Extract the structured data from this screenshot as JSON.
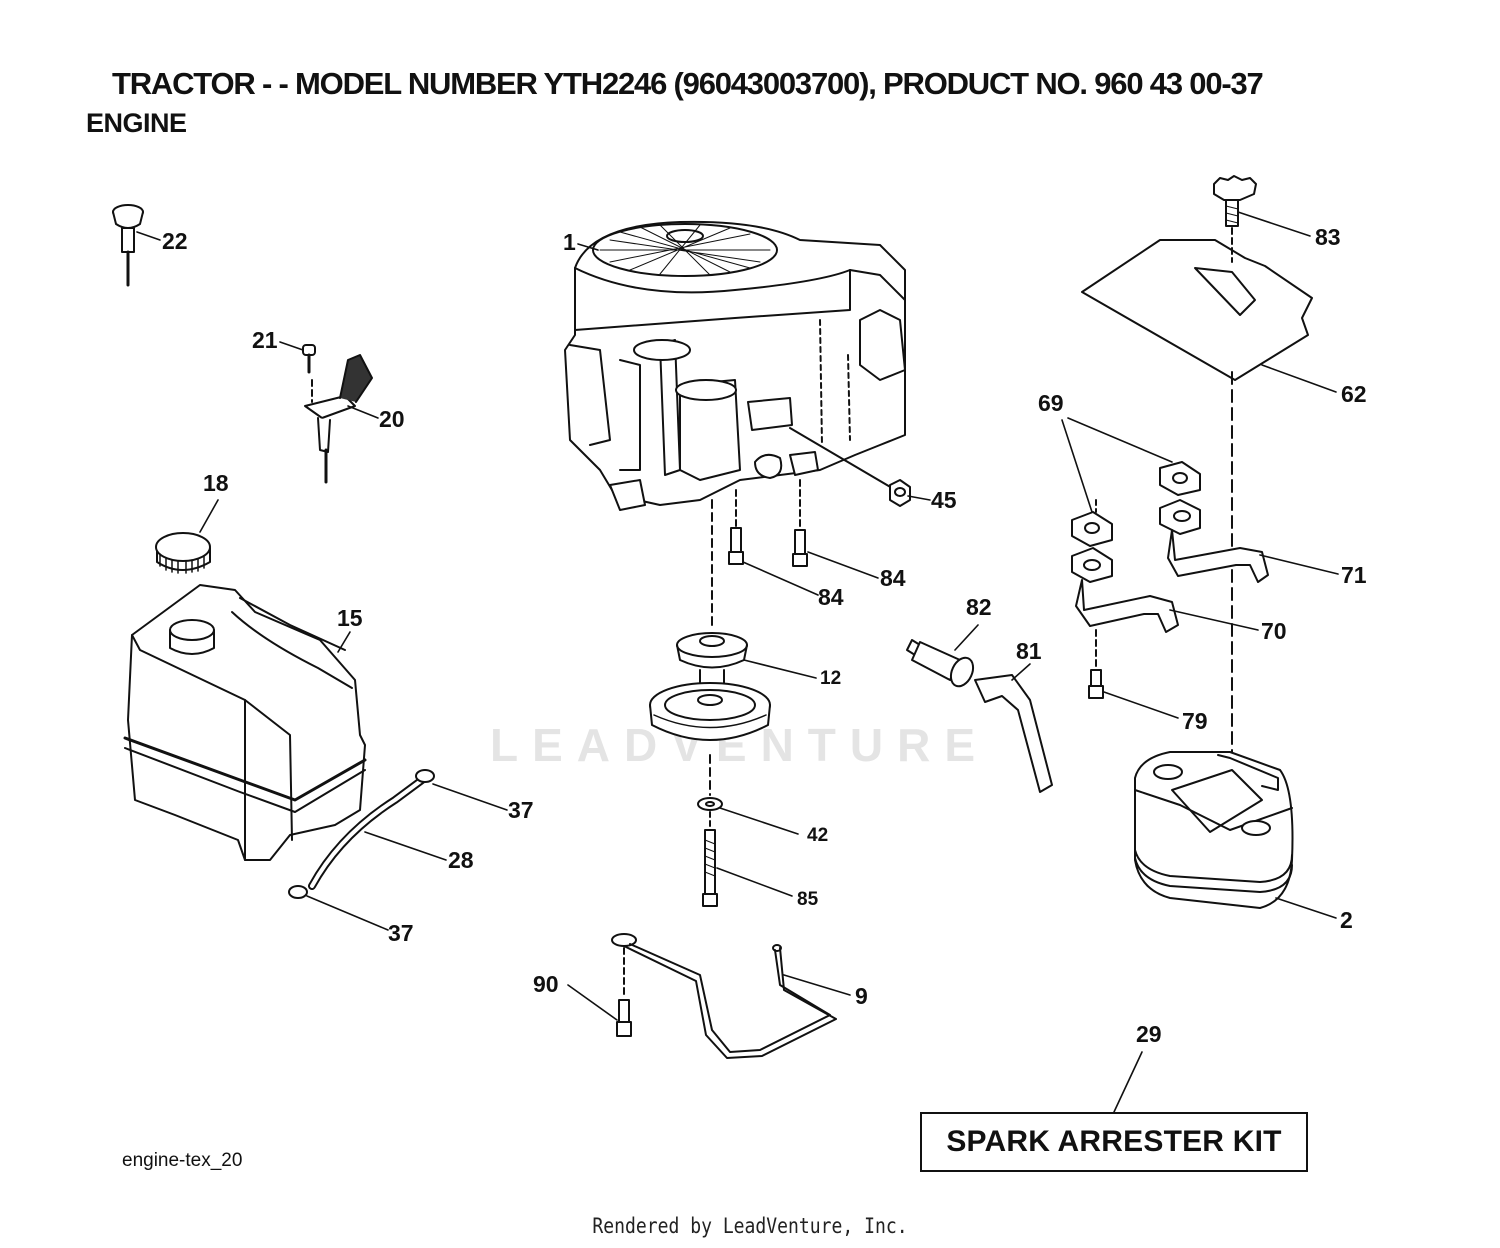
{
  "header": {
    "title": "TRACTOR - - MODEL NUMBER YTH2246 (96043003700), PRODUCT NO. 960 43 00-37",
    "subtitle": "ENGINE"
  },
  "callouts": [
    {
      "id": "c1",
      "label": "1"
    },
    {
      "id": "c2",
      "label": "2"
    },
    {
      "id": "c9",
      "label": "9"
    },
    {
      "id": "c12",
      "label": "12"
    },
    {
      "id": "c15",
      "label": "15"
    },
    {
      "id": "c18",
      "label": "18"
    },
    {
      "id": "c20",
      "label": "20"
    },
    {
      "id": "c21",
      "label": "21"
    },
    {
      "id": "c22",
      "label": "22"
    },
    {
      "id": "c28",
      "label": "28"
    },
    {
      "id": "c29",
      "label": "29"
    },
    {
      "id": "c37a",
      "label": "37"
    },
    {
      "id": "c37b",
      "label": "37"
    },
    {
      "id": "c42",
      "label": "42"
    },
    {
      "id": "c45",
      "label": "45"
    },
    {
      "id": "c62",
      "label": "62"
    },
    {
      "id": "c69",
      "label": "69"
    },
    {
      "id": "c70",
      "label": "70"
    },
    {
      "id": "c71",
      "label": "71"
    },
    {
      "id": "c79",
      "label": "79"
    },
    {
      "id": "c81",
      "label": "81"
    },
    {
      "id": "c82",
      "label": "82"
    },
    {
      "id": "c83",
      "label": "83"
    },
    {
      "id": "c84a",
      "label": "84"
    },
    {
      "id": "c84b",
      "label": "84"
    },
    {
      "id": "c85",
      "label": "85"
    },
    {
      "id": "c90",
      "label": "90"
    }
  ],
  "kit_label": "SPARK ARRESTER KIT",
  "figure_id": "engine-tex_20",
  "watermark": "LEADVENTURE",
  "footer": "Rendered by LeadVenture, Inc."
}
